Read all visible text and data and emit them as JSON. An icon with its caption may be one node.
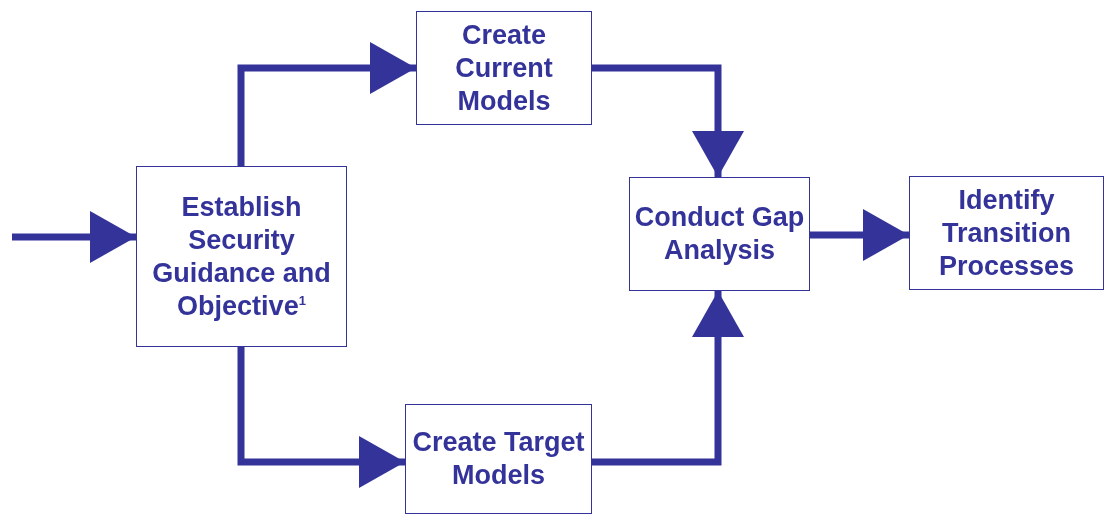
{
  "diagram": {
    "nodes": [
      {
        "text": [
          "Establish Security Guidance and Objective$^{1}$"
        ]
      },
      {
        "text": [
          "Create Current Models"
        ]
      },
      {
        "text": [
          "Create Target Models"
        ]
      },
      {
        "text": [
          "Conduct Gap Analysis"
        ]
      },
      {
        "text": [
          "Identify Transition Processes"
        ]
      }
    ],
    "edges": [
      {
        "from": null,
        "to": 0,
        "arrow": "to"
      },
      {
        "from": 0,
        "to": 1,
        "arrow": "to"
      },
      {
        "from": 0,
        "to": 2,
        "arrow": "to"
      },
      {
        "from": 1,
        "to": 3,
        "arrow": "to"
      },
      {
        "from": 2,
        "to": 3,
        "arrow": "to"
      },
      {
        "from": 3,
        "to": 4,
        "arrow": "to"
      }
    ]
  }
}
